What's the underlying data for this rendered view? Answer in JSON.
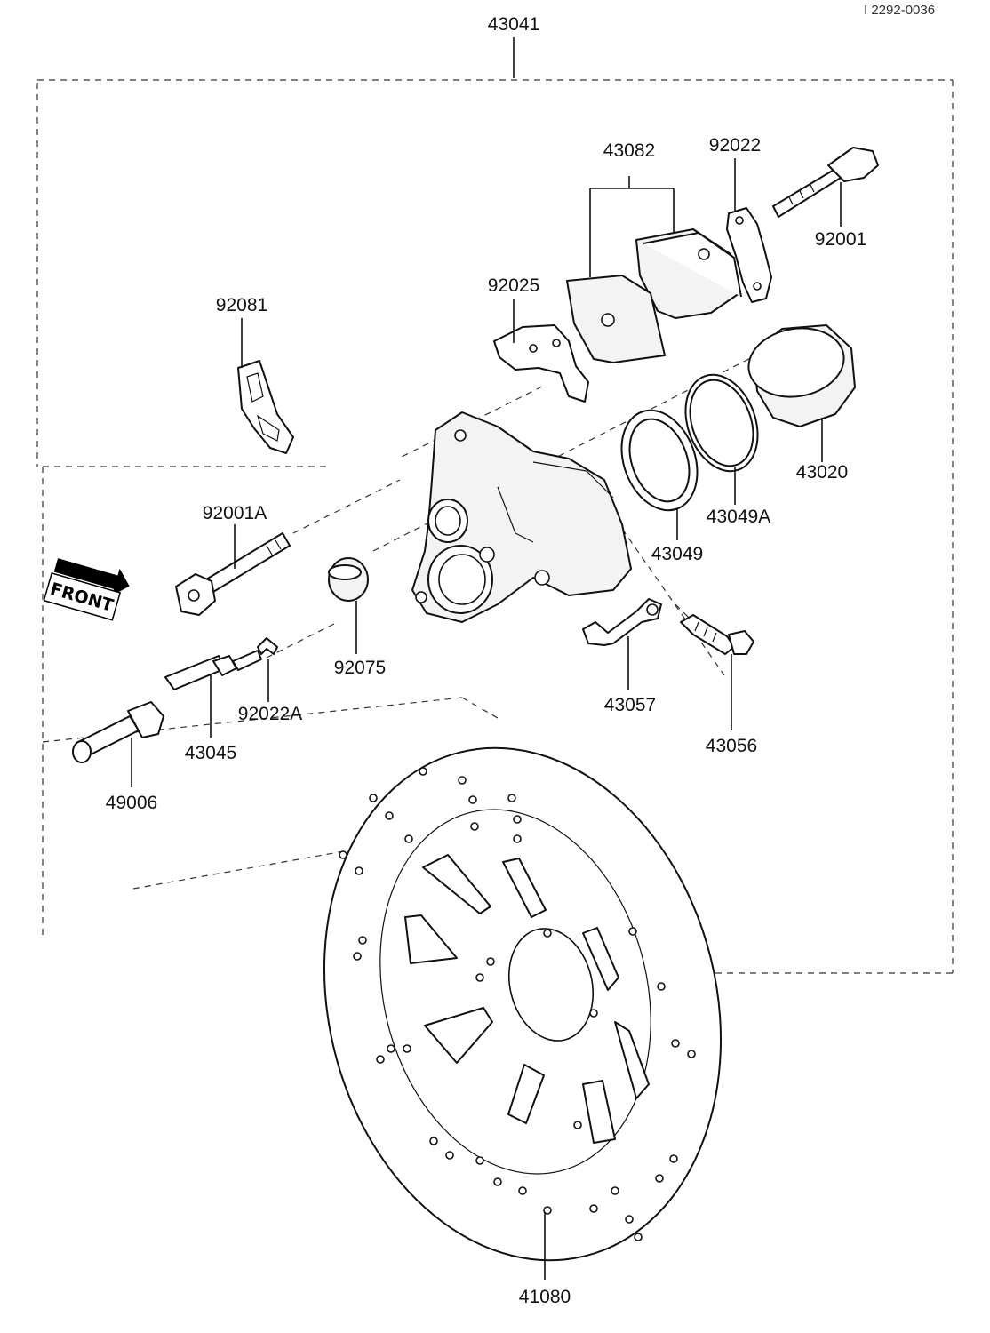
{
  "drawing_code": "I 2292-0036",
  "front_label": "FRONT",
  "labels": {
    "assembly": "43041",
    "pads": "43082",
    "shim": "92022",
    "bolt_top": "92001",
    "pad_spring": "92025",
    "boot": "92081",
    "piston": "43020",
    "seal_dust": "43049A",
    "seal_piston": "43049",
    "bolt_a": "92001A",
    "cap": "92075",
    "circlip": "92022A",
    "shaft": "43045",
    "bolt_disc": "49006",
    "bleed_cap": "43057",
    "bleed_valve": "43056",
    "disc": "41080"
  }
}
